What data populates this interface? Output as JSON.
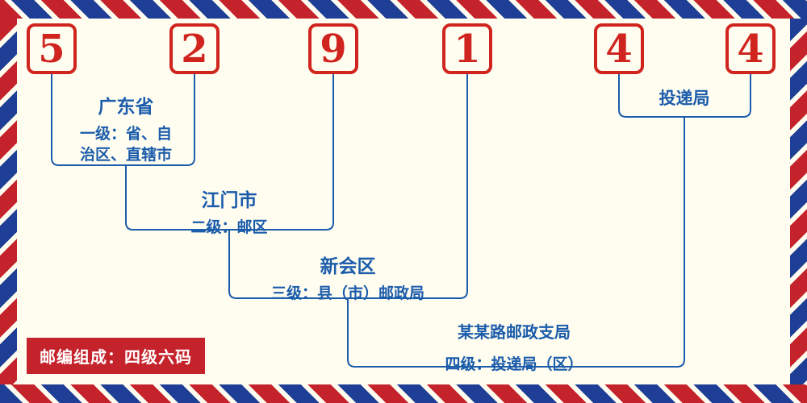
{
  "postal_code": {
    "digits": [
      "5",
      "2",
      "9",
      "1",
      "4",
      "4"
    ]
  },
  "levels": [
    {
      "name": "广东省",
      "desc_lines": [
        "一级：省、自",
        "治区、直辖市"
      ]
    },
    {
      "name": "江门市",
      "desc_lines": [
        "二级：邮区"
      ]
    },
    {
      "name": "新会区",
      "desc_lines": [
        "三级：县（市）邮政局"
      ]
    },
    {
      "name": "某某路邮政支局",
      "desc_lines": [
        "四级：投递局（区）"
      ]
    }
  ],
  "delivery_office_label": "投递局",
  "footer_badge": "邮编组成：四级六码",
  "theme": {
    "bg": "#fffdf0",
    "red": "#c5232b",
    "blue_stripe": "#1f3e96",
    "blue_line": "#1b5cab",
    "digit_red": "#d0251f",
    "badge_text": "#ffffff"
  }
}
